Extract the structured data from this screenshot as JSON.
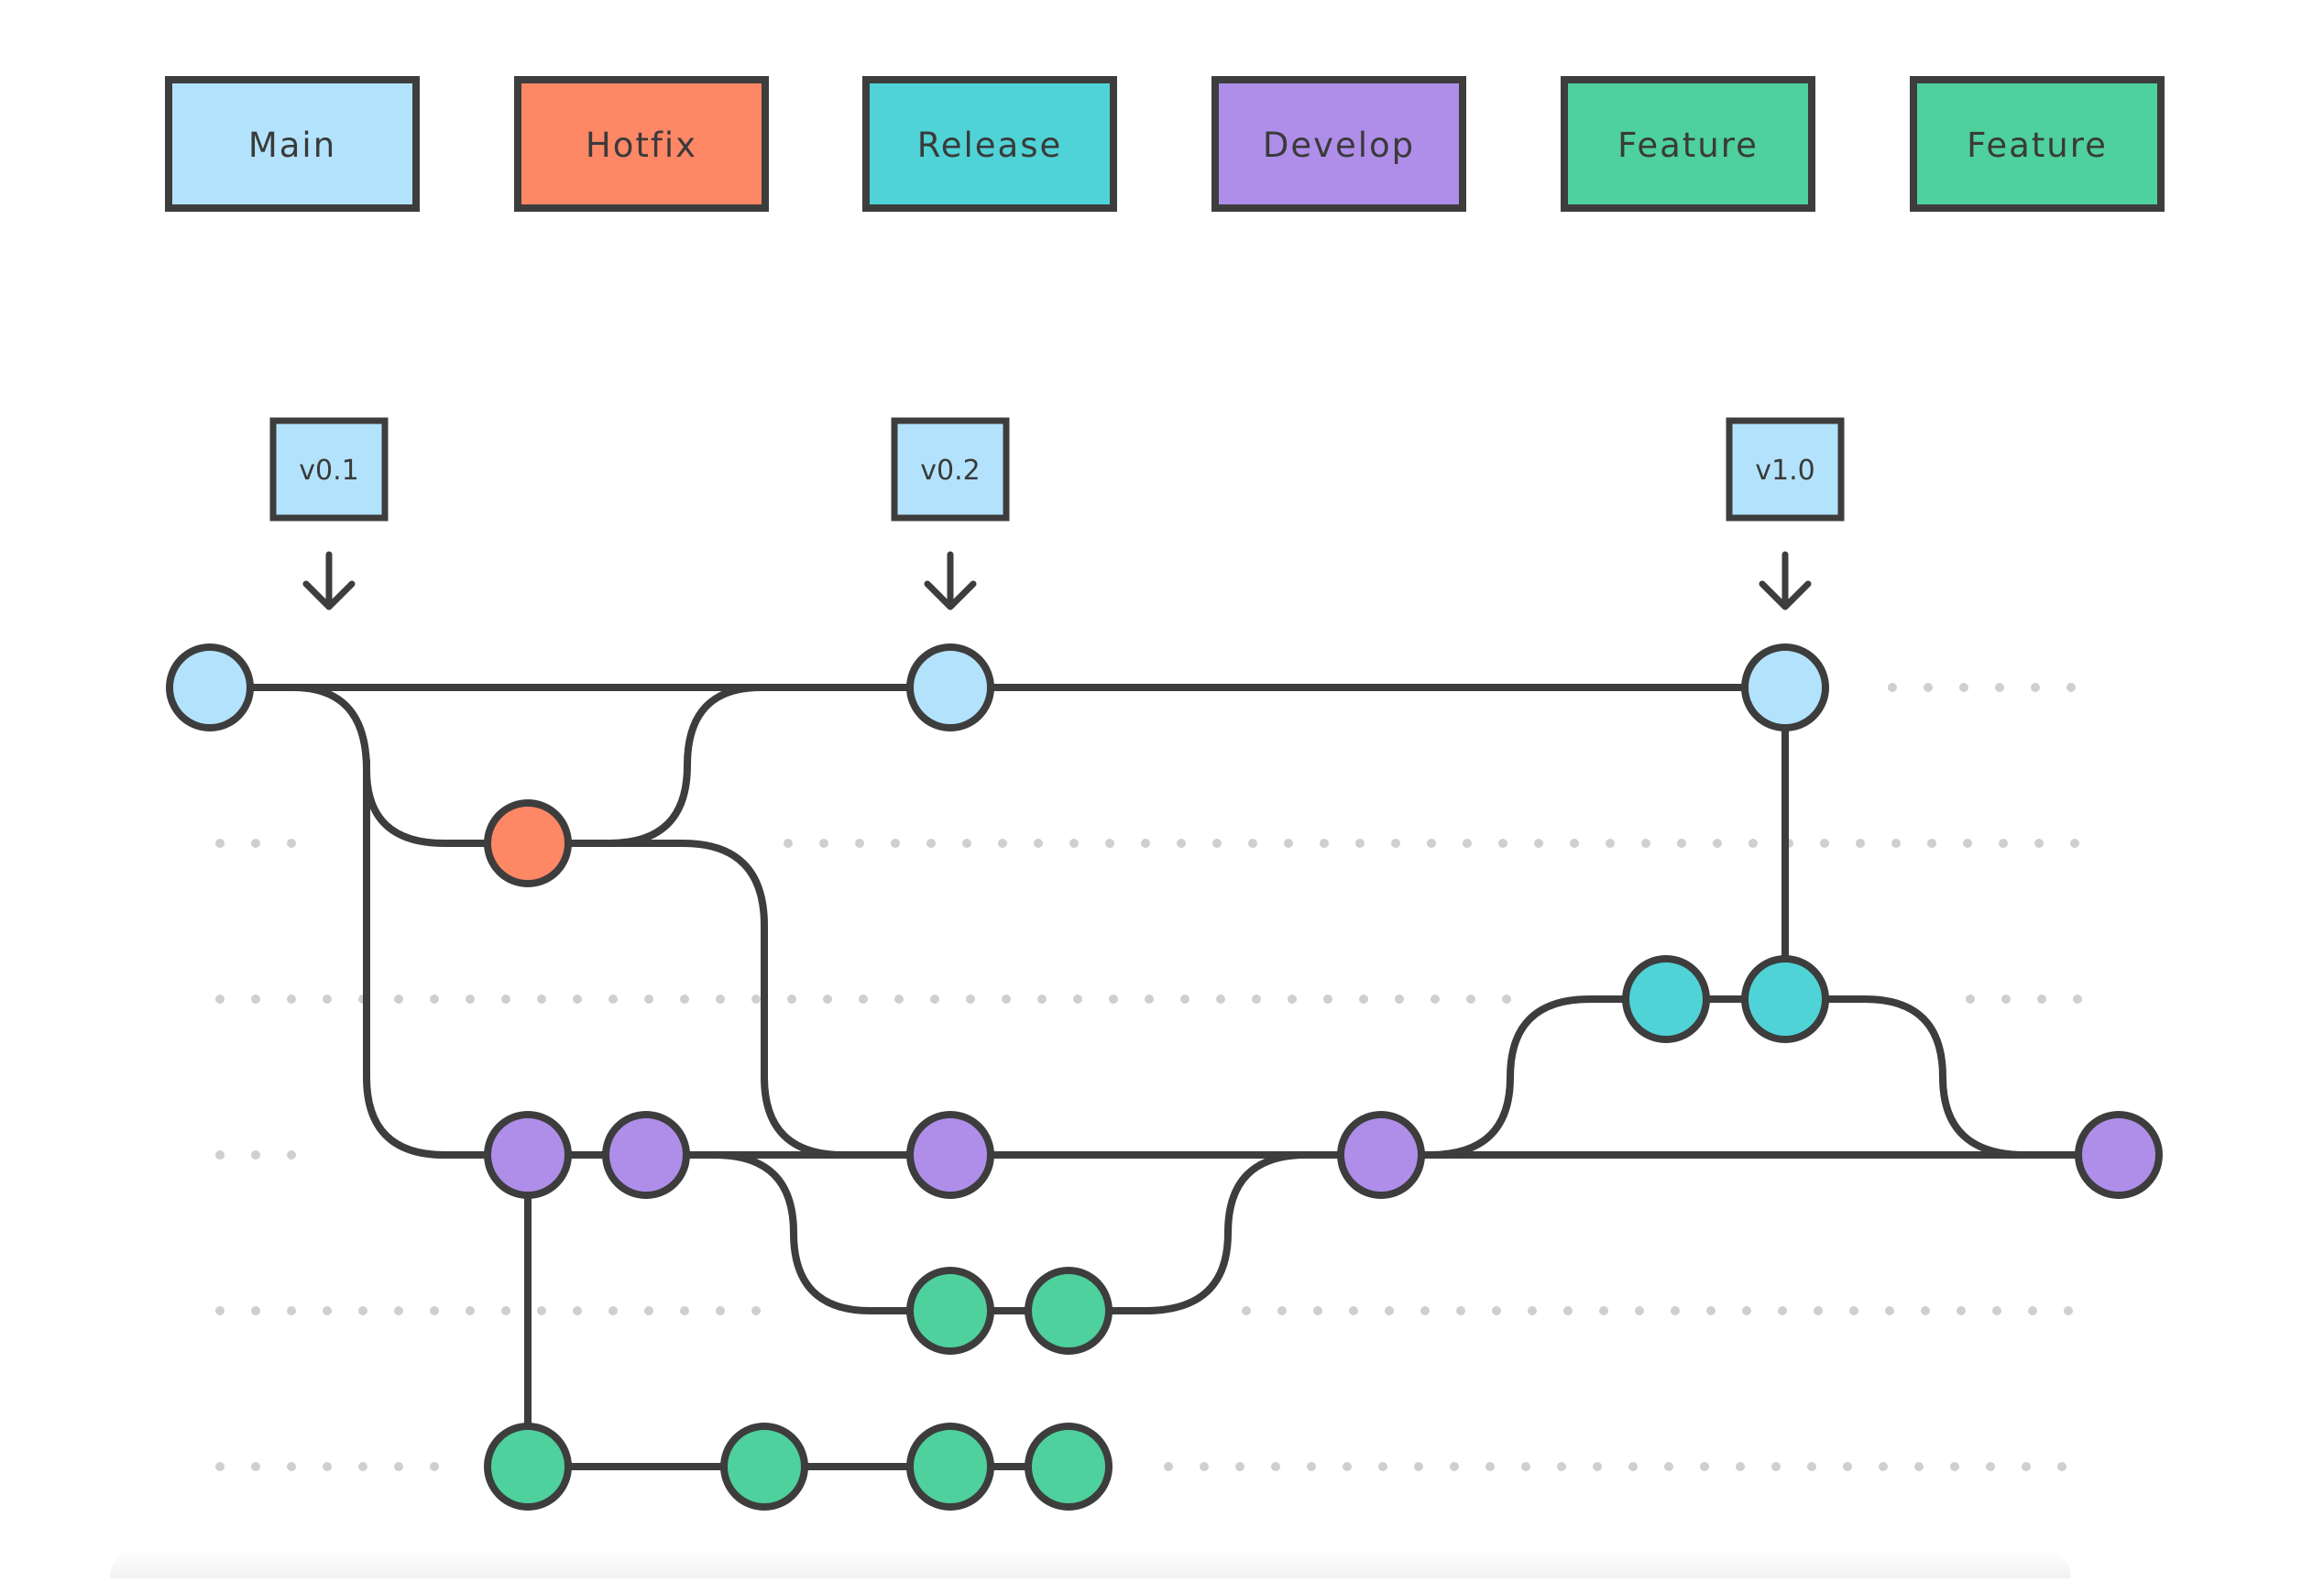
{
  "colors": {
    "main": "#b3e3fc",
    "hotfix": "#fe8766",
    "release": "#4fd3d6",
    "develop": "#af8ee9",
    "feature": "#4ed19c",
    "stroke": "#3d3d3d",
    "dot": "#cfcfcf"
  },
  "legend": [
    {
      "label": "Main",
      "branch": "main"
    },
    {
      "label": "Hotfix",
      "branch": "hotfix"
    },
    {
      "label": "Release",
      "branch": "release"
    },
    {
      "label": "Develop",
      "branch": "develop"
    },
    {
      "label": "Feature",
      "branch": "feature"
    },
    {
      "label": "Feature",
      "branch": "feature"
    }
  ],
  "tags": [
    {
      "label": "v0.1"
    },
    {
      "label": "v0.2"
    },
    {
      "label": "v1.0"
    }
  ],
  "icons": {
    "tag_arrow": "arrow-down-icon"
  }
}
